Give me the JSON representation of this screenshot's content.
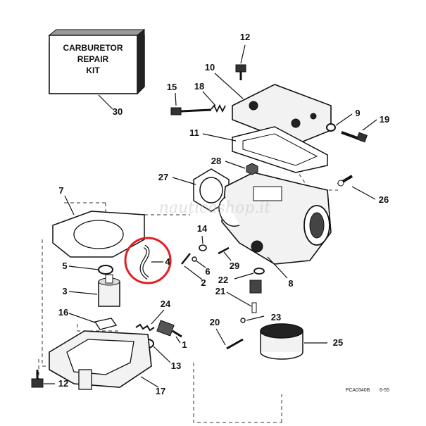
{
  "kit_box": {
    "line1": "CARBURETOR",
    "line2": "REPAIR",
    "line3": "KIT"
  },
  "callouts": {
    "c1": "1",
    "c2": "2",
    "c3": "3",
    "c4": "4",
    "c5": "5",
    "c6": "6",
    "c7": "7",
    "c8": "8",
    "c9": "9",
    "c10": "10",
    "c11": "11",
    "c12a": "12",
    "c12b": "12",
    "c13": "13",
    "c14": "14",
    "c15": "15",
    "c16": "16",
    "c17": "17",
    "c18": "18",
    "c19": "19",
    "c20": "20",
    "c21": "21",
    "c22": "22",
    "c23": "23",
    "c24": "24",
    "c25": "25",
    "c26": "26",
    "c27": "27",
    "c28": "28",
    "c29": "29",
    "c30": "30"
  },
  "footer": {
    "code": "PCA0340B",
    "page": "6-55"
  },
  "watermark": "nauticashop.it",
  "colors": {
    "highlight": "#e31e24",
    "ink": "#111111"
  }
}
